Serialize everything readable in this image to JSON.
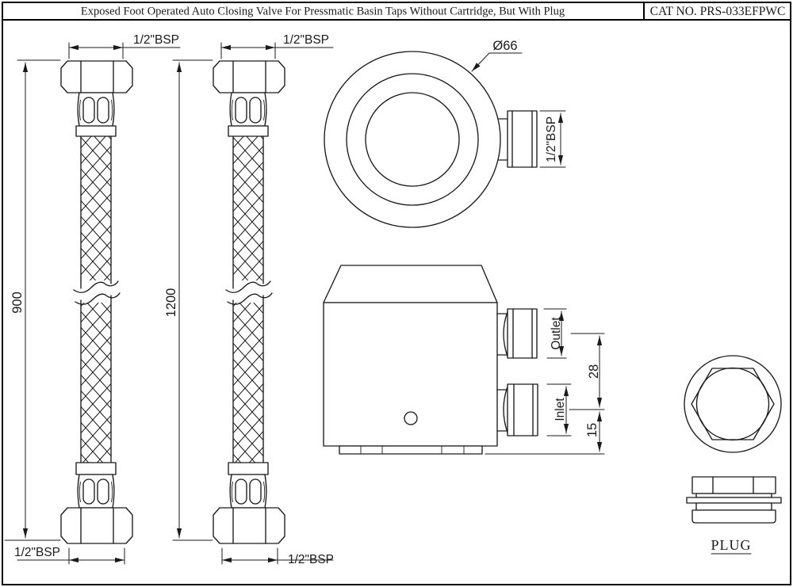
{
  "title_bar": {
    "title": "Exposed Foot Operated Auto Closing Valve For Pressmatic Basin Taps Without Cartridge, But With Plug",
    "cat_no": "CAT NO. PRS-033EFPWC"
  },
  "hose_short": {
    "length": "900",
    "thread_top": "1/2\"BSP",
    "thread_bottom": "1/2\"BSP"
  },
  "hose_long": {
    "length": "1200",
    "thread_top": "1/2\"BSP",
    "thread_bottom": "1/2\"BSP"
  },
  "valve_top_view": {
    "diameter": "Ø66",
    "thread": "1/2\"BSP"
  },
  "valve_front_view": {
    "outlet": "Outlet",
    "inlet": "Inlet",
    "port_spacing": "28",
    "inlet_height": "15"
  },
  "plug_view": {
    "label": "PLUG"
  },
  "colors": {
    "line": "#1a1a1a",
    "background": "#ffffff"
  }
}
